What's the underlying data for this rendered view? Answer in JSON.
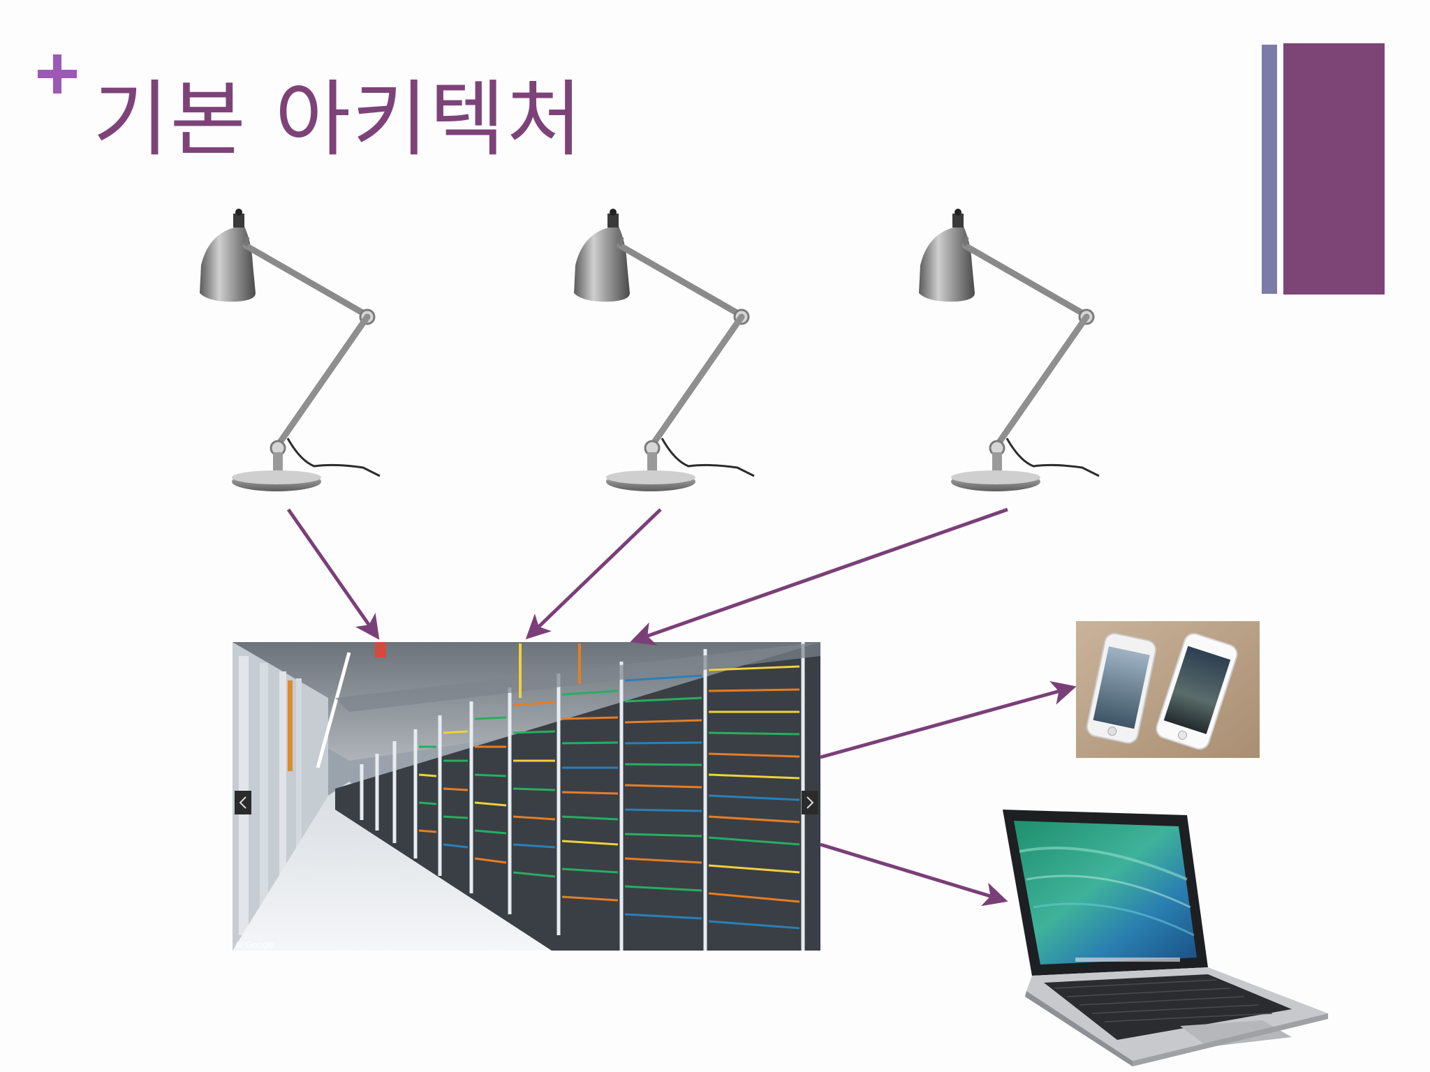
{
  "slide": {
    "title": "기본 아키텍처",
    "accent_color": "#7c4575",
    "secondary_accent_color": "#7b7ba8",
    "plus_color": "#9b59b6"
  },
  "nodes": {
    "lamps": [
      {
        "icon": "desk-lamp-icon"
      },
      {
        "icon": "desk-lamp-icon"
      },
      {
        "icon": "desk-lamp-icon"
      }
    ],
    "server": {
      "icon": "data-center-photo",
      "watermark": "© Google"
    },
    "phones": {
      "icon": "smartphones-photo"
    },
    "laptop": {
      "icon": "laptop-photo"
    }
  },
  "edges": [
    {
      "from": "lamp-1",
      "to": "server"
    },
    {
      "from": "lamp-2",
      "to": "server"
    },
    {
      "from": "lamp-3",
      "to": "server"
    },
    {
      "from": "server",
      "to": "phones"
    },
    {
      "from": "server",
      "to": "laptop"
    }
  ]
}
